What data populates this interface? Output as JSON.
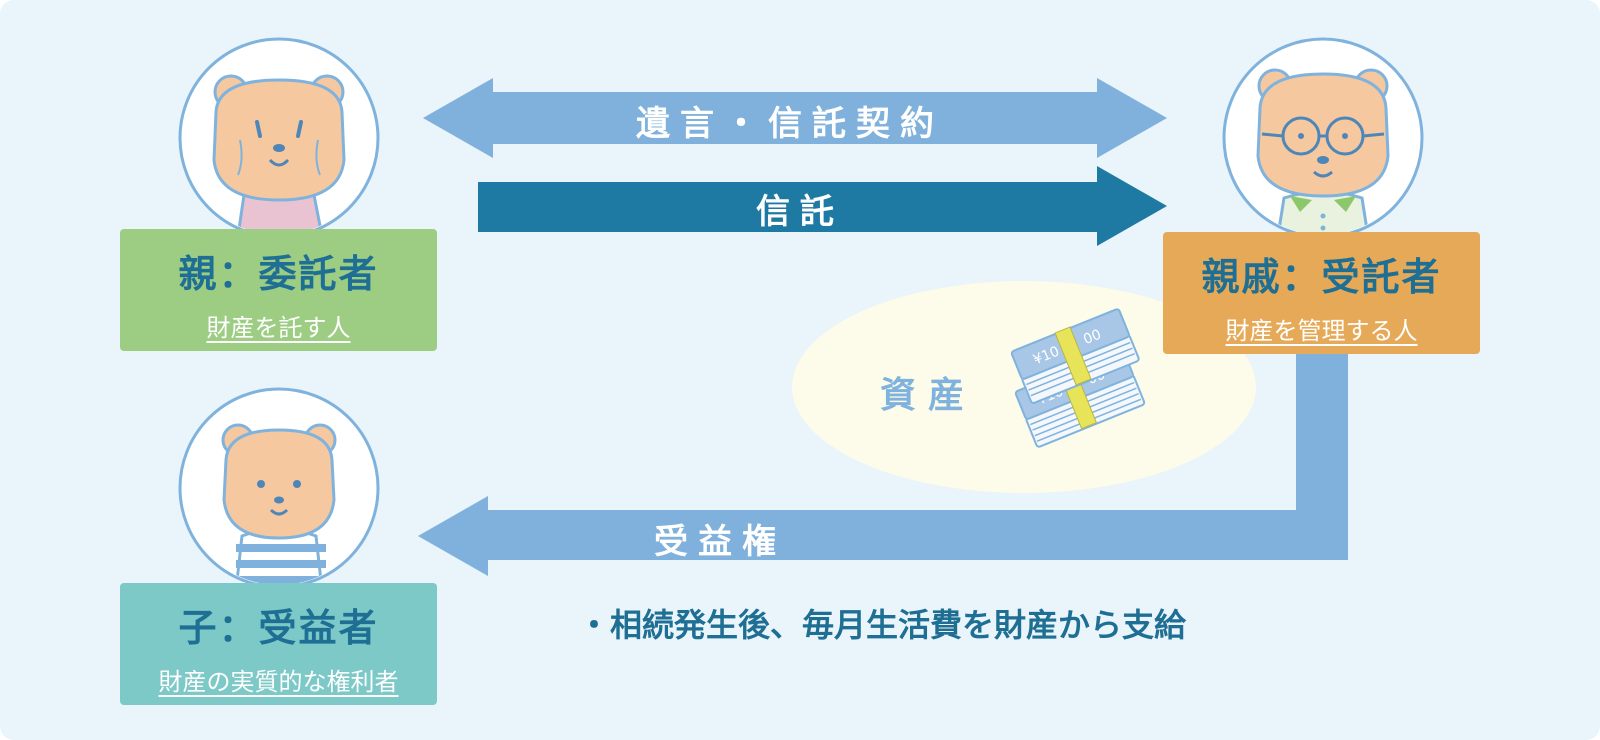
{
  "arrows": {
    "will_contract": "遺言・信託契約",
    "trust": "信託",
    "beneficial_right": "受益権"
  },
  "roles": {
    "settlor": {
      "title": "親：委託者",
      "sub": "財産を託す人"
    },
    "trustee": {
      "title": "親戚：受託者",
      "sub": "財産を管理する人"
    },
    "beneficiary": {
      "title": "子：受益者",
      "sub": "財産の実質的な権利者"
    }
  },
  "asset": {
    "label": "資産",
    "icon": "money-bundle-icon"
  },
  "note": "・相続発生後、毎月生活費を財産から支給",
  "colors": {
    "background": "#e9f4fb",
    "light_arrow": "#80b1dc",
    "dark_arrow": "#1f7aa3",
    "settlor_box": "#9dcc83",
    "trustee_box": "#e6a957",
    "beneficiary_box": "#7cc9c8",
    "title_text": "#1e6f93"
  }
}
